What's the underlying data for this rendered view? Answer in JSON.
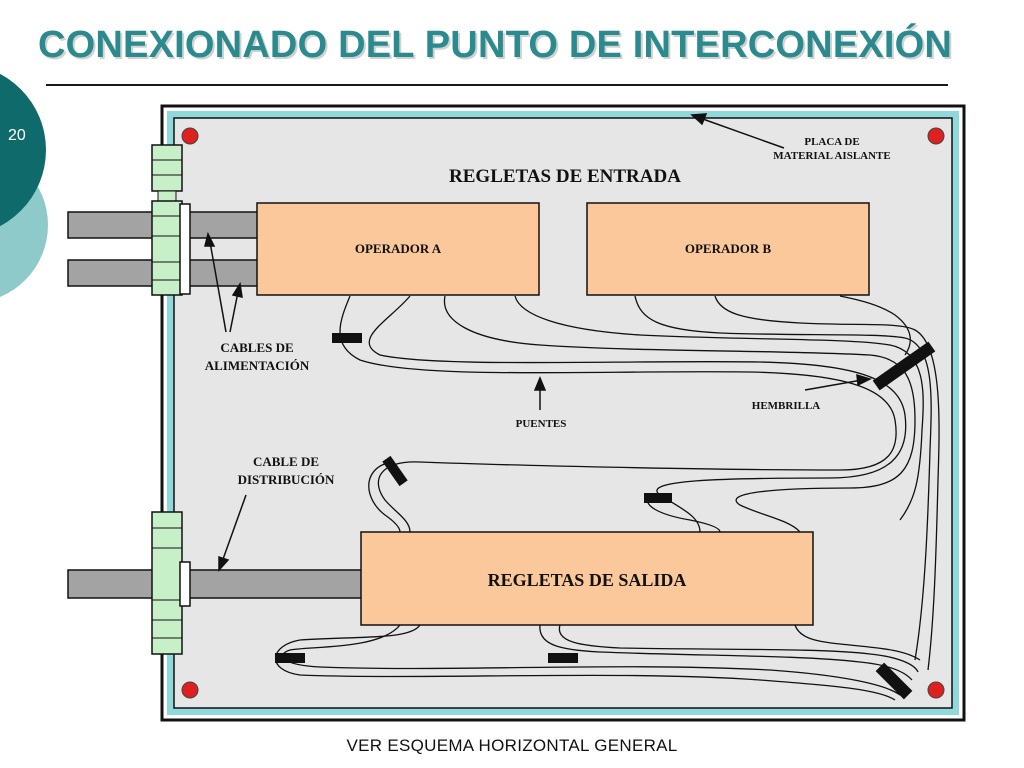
{
  "slide": {
    "title": "CONEXIONADO DEL PUNTO DE INTERCONEXIÓN",
    "number": "20",
    "caption": "VER ESQUEMA HORIZONTAL GENERAL"
  },
  "diagram": {
    "heading_entry": "REGLETAS DE ENTRADA",
    "operator_a": "OPERADOR A",
    "operator_b": "OPERADOR B",
    "output_block": "REGLETAS DE SALIDA",
    "plate_label_1": "PLACA DE",
    "plate_label_2": "MATERIAL AISLANTE",
    "power_cables_1": "CABLES DE",
    "power_cables_2": "ALIMENTACIÓN",
    "jumpers": "PUENTES",
    "socket": "HEMBRILLA",
    "dist_cable_1": "CABLE DE",
    "dist_cable_2": "DISTRIBUCIÓN"
  },
  "colors": {
    "title": "#2a8a8e",
    "deco_dark": "#0f6b6b",
    "deco_light": "#8fcaca",
    "panel_border": "#8fd8dc",
    "panel_fill": "#e6e6e6",
    "block_fill": "#fac89a",
    "cable_fill": "#a3a3a3",
    "clamp_fill": "#c8f0c8",
    "screw_fill": "#e02020"
  }
}
